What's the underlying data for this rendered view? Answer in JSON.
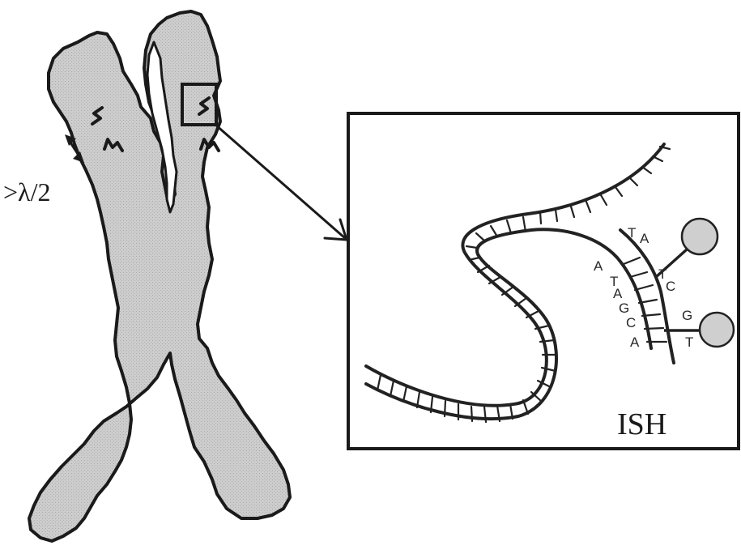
{
  "labels": {
    "distance": ">λ/2",
    "method": "ISH"
  },
  "bases": {
    "probe": [
      "T",
      "A",
      "T",
      "C",
      "G",
      "T"
    ],
    "target": [
      "A",
      "T",
      "A",
      "G",
      "C",
      "A"
    ]
  },
  "colors": {
    "chromosome_fill": "#c8c8c8",
    "stroke": "#1a1a1a",
    "probe_label_fill": "#cfcfcf"
  }
}
